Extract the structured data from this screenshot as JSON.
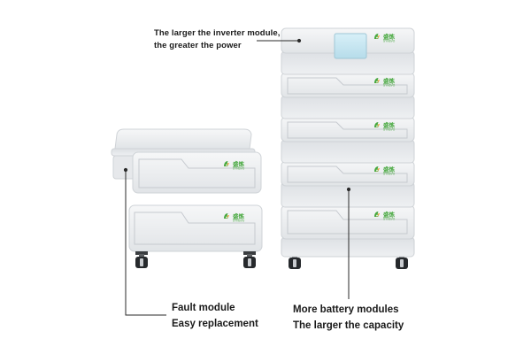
{
  "captions": {
    "inverter": [
      "The larger the inverter module,",
      "the greater the power"
    ],
    "fault": [
      "Fault module",
      "Easy replacement"
    ],
    "battery": [
      "More battery modules",
      "The larger the capacity"
    ]
  },
  "logo": {
    "cn": "盛炼",
    "en": "SYNSVO",
    "icon": "leaf-logo-icon"
  },
  "colors": {
    "logo_green": "#47a83f",
    "logo_orange": "#f0a33a",
    "screen": "#c9e8f2",
    "casing": "#ebedf0",
    "casing_dark": "#d3d6da"
  }
}
